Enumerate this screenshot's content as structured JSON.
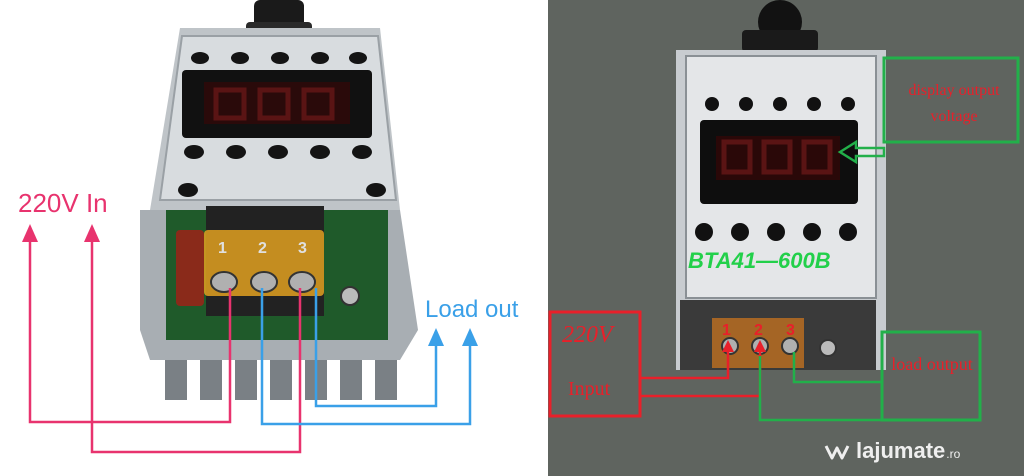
{
  "left_photo": {
    "label_220v_in": "220V  In",
    "label_load_out": "Load out",
    "terminal_numbers": [
      "1",
      "2",
      "3"
    ]
  },
  "right_photo": {
    "label_220v": "220V",
    "label_input": "Input",
    "label_display": "display output voltage",
    "label_load_output": "load output",
    "model_text": "BTA41—600B",
    "terminal_numbers": [
      "1",
      "2",
      "3"
    ]
  },
  "watermark": {
    "brand": "lajumate",
    "suffix": ".ro"
  },
  "colors": {
    "left_input_arrow": "#e8336e",
    "left_output_arrow": "#3aa0e8",
    "right_box_red": "#e8202a",
    "right_box_green": "#22b04a"
  }
}
